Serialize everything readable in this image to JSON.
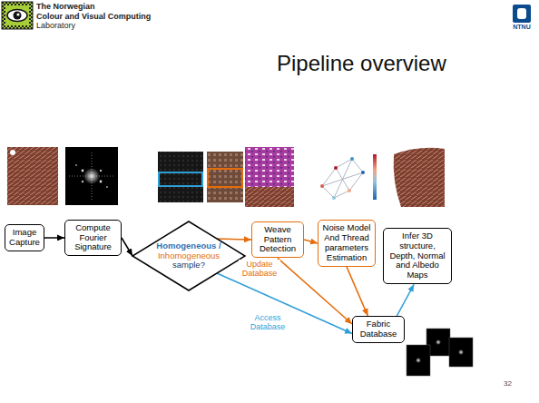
{
  "diagram": {
    "title": "Pipeline overview",
    "nodes": [
      {
        "text": [
          "Image Capture"
        ]
      },
      {
        "text": [
          "Compute Fourier Signature"
        ]
      },
      {
        "text": [
          "Homogeneous /",
          "Inhomogeneous",
          "sample?"
        ]
      },
      {
        "text": [
          "Weave Pattern Detection"
        ]
      },
      {
        "text": [
          "Noise Model And Thread parameters Estimation"
        ]
      },
      {
        "text": [
          "Infer 3D structure, Depth, Normal and Albedo Maps"
        ]
      },
      {
        "text": [
          "Fabric Database"
        ]
      }
    ],
    "edges": [
      {
        "from": 0,
        "to": 1,
        "arrow": "to"
      },
      {
        "from": 1,
        "to": 2,
        "arrow": "to"
      },
      {
        "from": 2,
        "to": 3,
        "arrow": "to"
      },
      {
        "from": 3,
        "to": 4,
        "arrow": "to"
      },
      {
        "from": 3,
        "to": 6,
        "label": "Update Database",
        "arrow": "to"
      },
      {
        "from": 4,
        "to": 6,
        "arrow": "to"
      },
      {
        "from": 2,
        "to": 6,
        "label": "Access Database",
        "arrow": "to"
      },
      {
        "from": 6,
        "to": 5,
        "arrow": "to"
      }
    ],
    "labels": [
      "The Norwegian",
      "Colour and Visual Computing",
      "Laboratory",
      "NTNU",
      "32"
    ]
  }
}
